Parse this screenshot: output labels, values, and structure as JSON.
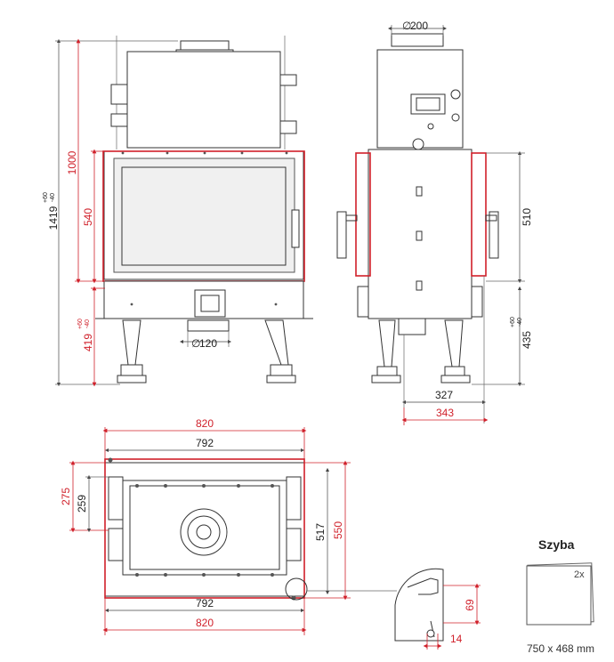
{
  "front_view": {
    "total_height": "1419",
    "total_height_tol_upper": "+60",
    "total_height_tol_lower": "-40",
    "door_height": "1000",
    "glass_height": "540",
    "leg_height": "419",
    "leg_tol_upper": "+60",
    "leg_tol_lower": "-40",
    "air_inlet_diameter": "120",
    "diameter_symbol": "∅"
  },
  "side_view": {
    "flue_diameter": "200",
    "diameter_symbol": "∅",
    "glass_height": "510",
    "leg_height": "435",
    "leg_tol_upper": "+60",
    "leg_tol_lower": "-40",
    "depth_black": "327",
    "depth_red": "343"
  },
  "top_view": {
    "outer_width_top": "820",
    "inner_width_top": "792",
    "inner_width_bottom": "792",
    "outer_width_bottom": "820",
    "depth_left_red": "275",
    "depth_left_black": "259",
    "depth_right_black": "517",
    "depth_right_red": "550",
    "detail_height": "69",
    "detail_width": "14"
  },
  "glass": {
    "title": "Szyba",
    "quantity": "2x",
    "size": "750 x 468 mm"
  }
}
